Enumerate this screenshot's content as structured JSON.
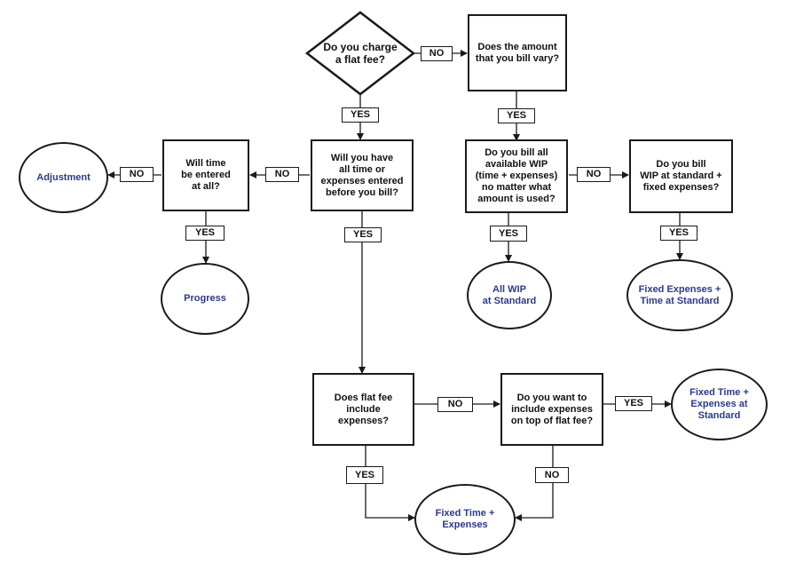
{
  "flowchart": {
    "questions": {
      "flat_fee": "Do you charge\na flat fee?",
      "amount_vary": "Does the amount\nthat you bill vary?",
      "all_entered": "Will you have\nall time or\nexpenses entered\nbefore you bill?",
      "time_entered": "Will time\nbe entered\nat all?",
      "bill_all_wip": "Do you bill all\navailable WIP\n(time + expenses)\nno matter what\namount is used?",
      "wip_standard": "Do you bill\nWIP at standard +\nfixed expenses?",
      "flat_fee_expenses": "Does flat fee\ninclude\nexpenses?",
      "include_expenses": "Do you want to\ninclude expenses\non top of flat fee?"
    },
    "outcomes": {
      "adjustment": "Adjustment",
      "progress": "Progress",
      "all_wip": "All WIP\nat Standard",
      "fixed_exp_time": "Fixed Expenses +\nTime at Standard",
      "fixed_time_exp_std": "Fixed Time +\nExpenses at\nStandard",
      "fixed_time_exp": "Fixed Time +\nExpenses"
    },
    "labels": {
      "yes": "YES",
      "no": "NO"
    },
    "colors": {
      "outcome_text": "#2b3a8f",
      "stroke": "#1a1a1a"
    }
  }
}
